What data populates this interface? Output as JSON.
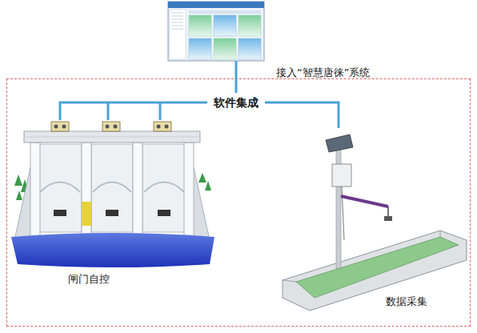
{
  "diagram": {
    "nodes": [
      {
        "text": [
          "接入“智慧唐徕”系统"
        ]
      },
      {
        "text": [
          "软件集成"
        ]
      },
      {
        "text": [
          "闸门自控"
        ]
      },
      {
        "text": [
          "数据采集"
        ]
      }
    ],
    "edges": [
      {
        "from": 0,
        "to": 1,
        "arrow": "none"
      },
      {
        "from": 1,
        "to": 2,
        "arrow": "none"
      },
      {
        "from": 1,
        "to": 3,
        "arrow": "none"
      }
    ]
  }
}
